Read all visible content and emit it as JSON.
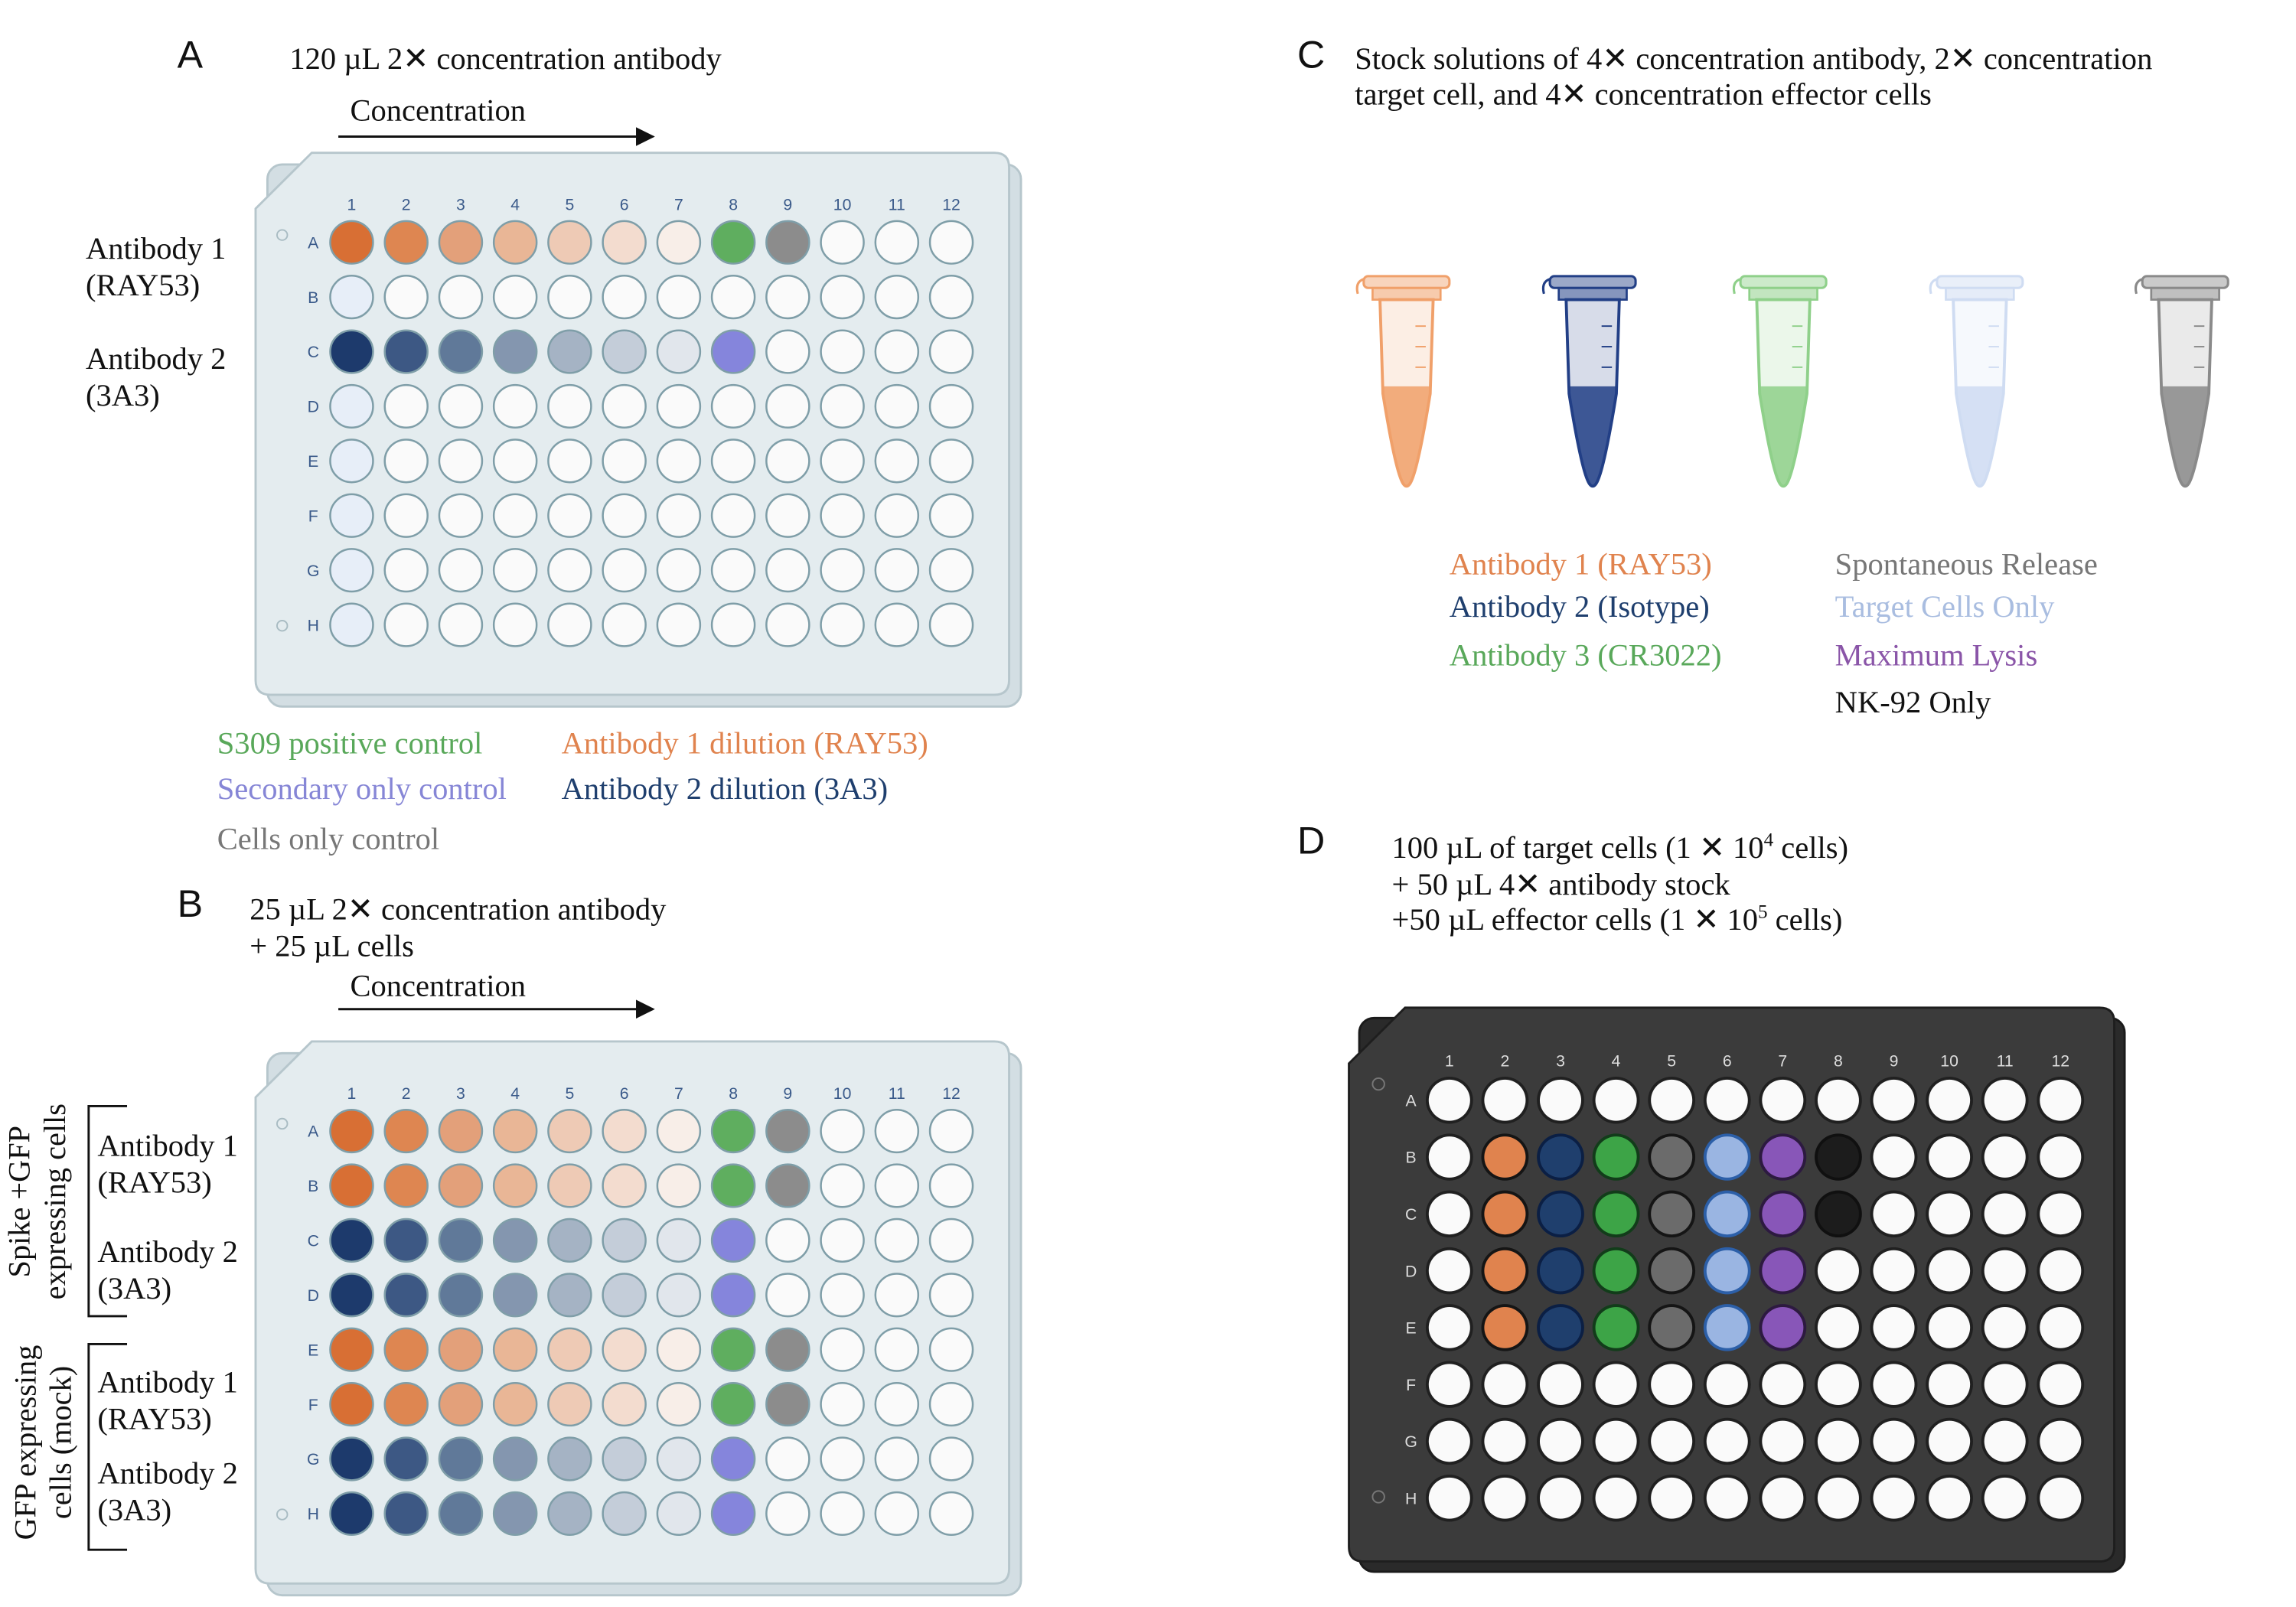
{
  "palette": {
    "orange": [
      "#d86f34",
      "#de8651",
      "#e3a07a",
      "#e9b696",
      "#eecab5",
      "#f3dccf",
      "#f8eee8"
    ],
    "navy": [
      "#1d3a6c",
      "#3d5884",
      "#607999",
      "#8496af",
      "#a5b3c4",
      "#c4cdd9",
      "#e1e6ec"
    ],
    "green": "#5fae5f",
    "lilac": "#8585dc",
    "gray": "#8c8c8c",
    "empty": "#fafafa",
    "light_blue": "#e7eef8",
    "plate": "#e4ecef",
    "plate_border": "#b6c6cc",
    "label_orange": "#e0834e",
    "label_navy": "#1f3f6e",
    "label_green": "#59a85a",
    "label_lilac": "#8686d6",
    "label_gray": "#777777",
    "label_light_blue": "#a9bde0",
    "label_purple": "#8a55a8",
    "tube_orange": "#f0a06a",
    "tube_navy": "#223f86",
    "tube_green": "#8fd08a",
    "tube_light": "#cfdcf2",
    "tube_gray": "#8a8a8a",
    "dark_plate": "#3b3b3b",
    "d_green": "#3da447",
    "d_purple": "#8856b8",
    "d_lightblue": "#9ab5e2",
    "d_navy": "#1f3f6d",
    "d_gray": "#6b6b6b",
    "d_black": "#1c1c1c"
  },
  "plate_cols": [
    "1",
    "2",
    "3",
    "4",
    "5",
    "6",
    "7",
    "8",
    "9",
    "10",
    "11",
    "12"
  ],
  "plate_rows": [
    "A",
    "B",
    "C",
    "D",
    "E",
    "F",
    "G",
    "H"
  ],
  "panel_a": {
    "letter": "A",
    "title": "120 µL 2✕ concentration antibody",
    "axis": "Concentration",
    "row_labels": [
      {
        "line1": "Antibody 1",
        "line2": "(RAY53)"
      },
      {
        "line1": "Antibody 2",
        "line2": "(3A3)"
      }
    ],
    "legend": {
      "s309": "S309 positive control",
      "secondary": "Secondary only control",
      "cells_only": "Cells only control",
      "ab1": "Antibody 1 dilution (RAY53)",
      "ab2": "Antibody 2 dilution (3A3)"
    },
    "wells": {
      "A": [
        "o1",
        "o2",
        "o3",
        "o4",
        "o5",
        "o6",
        "o7",
        "G",
        "K",
        "W",
        "W",
        "W"
      ],
      "B": [
        "L",
        "W",
        "W",
        "W",
        "W",
        "W",
        "W",
        "W",
        "W",
        "W",
        "W",
        "W"
      ],
      "C": [
        "n1",
        "n2",
        "n3",
        "n4",
        "n5",
        "n6",
        "n7",
        "P",
        "W",
        "W",
        "W",
        "W"
      ],
      "D": [
        "L",
        "W",
        "W",
        "W",
        "W",
        "W",
        "W",
        "W",
        "W",
        "W",
        "W",
        "W"
      ],
      "E": [
        "L",
        "W",
        "W",
        "W",
        "W",
        "W",
        "W",
        "W",
        "W",
        "W",
        "W",
        "W"
      ],
      "F": [
        "L",
        "W",
        "W",
        "W",
        "W",
        "W",
        "W",
        "W",
        "W",
        "W",
        "W",
        "W"
      ],
      "G": [
        "L",
        "W",
        "W",
        "W",
        "W",
        "W",
        "W",
        "W",
        "W",
        "W",
        "W",
        "W"
      ],
      "H": [
        "L",
        "W",
        "W",
        "W",
        "W",
        "W",
        "W",
        "W",
        "W",
        "W",
        "W",
        "W"
      ]
    }
  },
  "panel_b": {
    "letter": "B",
    "title_line1": "25 µL 2✕ concentration antibody",
    "title_line2": "+ 25 µL cells",
    "axis": "Concentration",
    "group1_line1": "Spike +GFP",
    "group1_line2": "expressing cells",
    "group2_line1": "GFP expressing",
    "group2_line2": "cells (mock)",
    "row_labels": [
      {
        "line1": "Antibody 1",
        "line2": "(RAY53)"
      },
      {
        "line1": "Antibody 2",
        "line2": "(3A3)"
      },
      {
        "line1": "Antibody 1",
        "line2": "(RAY53)"
      },
      {
        "line1": "Antibody 2",
        "line2": "(3A3)"
      }
    ],
    "wells": {
      "A": [
        "o1",
        "o2",
        "o3",
        "o4",
        "o5",
        "o6",
        "o7",
        "G",
        "K",
        "W",
        "W",
        "W"
      ],
      "B": [
        "o1",
        "o2",
        "o3",
        "o4",
        "o5",
        "o6",
        "o7",
        "G",
        "K",
        "W",
        "W",
        "W"
      ],
      "C": [
        "n1",
        "n2",
        "n3",
        "n4",
        "n5",
        "n6",
        "n7",
        "P",
        "W",
        "W",
        "W",
        "W"
      ],
      "D": [
        "n1",
        "n2",
        "n3",
        "n4",
        "n5",
        "n6",
        "n7",
        "P",
        "W",
        "W",
        "W",
        "W"
      ],
      "E": [
        "o1",
        "o2",
        "o3",
        "o4",
        "o5",
        "o6",
        "o7",
        "G",
        "K",
        "W",
        "W",
        "W"
      ],
      "F": [
        "o1",
        "o2",
        "o3",
        "o4",
        "o5",
        "o6",
        "o7",
        "G",
        "K",
        "W",
        "W",
        "W"
      ],
      "G": [
        "n1",
        "n2",
        "n3",
        "n4",
        "n5",
        "n6",
        "n7",
        "P",
        "W",
        "W",
        "W",
        "W"
      ],
      "H": [
        "n1",
        "n2",
        "n3",
        "n4",
        "n5",
        "n6",
        "n7",
        "P",
        "W",
        "W",
        "W",
        "W"
      ]
    }
  },
  "panel_c": {
    "letter": "C",
    "title_line1": "Stock solutions of 4✕ concentration antibody, 2✕ concentration",
    "title_line2": "target cell, and 4✕ concentration effector cells",
    "tubes": [
      "orange",
      "navy",
      "green",
      "light",
      "gray"
    ],
    "legend": {
      "ab1": "Antibody 1 (RAY53)",
      "ab2": "Antibody 2 (Isotype)",
      "ab3": "Antibody 3 (CR3022)",
      "spont": "Spontaneous Release",
      "target": "Target Cells Only",
      "maxlysis": "Maximum Lysis",
      "nk92": "NK-92 Only"
    }
  },
  "panel_d": {
    "letter": "D",
    "line1": "100 µL of target cells (1 ✕ 10",
    "line1_sup": "4",
    "line1_end": " cells)",
    "line2": "+ 50 µL 4✕ antibody stock",
    "line3": "+50 µL effector cells (1 ✕ 10",
    "line3_sup": "5",
    "line3_end": " cells)",
    "wells": {
      "A": [
        "W",
        "W",
        "W",
        "W",
        "W",
        "W",
        "W",
        "W",
        "W",
        "W",
        "W",
        "W"
      ],
      "B": [
        "W",
        "O",
        "N",
        "G",
        "K",
        "L",
        "P",
        "X",
        "W",
        "W",
        "W",
        "W"
      ],
      "C": [
        "W",
        "O",
        "N",
        "G",
        "K",
        "L",
        "P",
        "X",
        "W",
        "W",
        "W",
        "W"
      ],
      "D": [
        "W",
        "O",
        "N",
        "G",
        "K",
        "L",
        "P",
        "W",
        "W",
        "W",
        "W",
        "W"
      ],
      "E": [
        "W",
        "O",
        "N",
        "G",
        "K",
        "L",
        "P",
        "W",
        "W",
        "W",
        "W",
        "W"
      ],
      "F": [
        "W",
        "W",
        "W",
        "W",
        "W",
        "W",
        "W",
        "W",
        "W",
        "W",
        "W",
        "W"
      ],
      "G": [
        "W",
        "W",
        "W",
        "W",
        "W",
        "W",
        "W",
        "W",
        "W",
        "W",
        "W",
        "W"
      ],
      "H": [
        "W",
        "W",
        "W",
        "W",
        "W",
        "W",
        "W",
        "W",
        "W",
        "W",
        "W",
        "W"
      ]
    }
  }
}
